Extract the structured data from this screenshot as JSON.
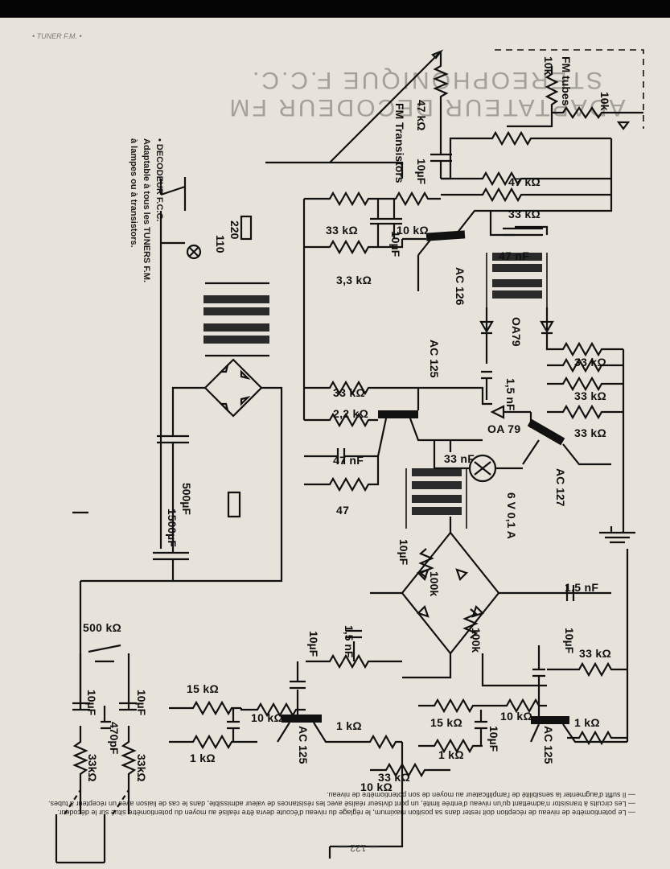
{
  "page": {
    "header": "• TUNER F.M. •",
    "title": "ADAPTATEUR DECODEUR FM STEREOPHONIQUE F.C.C.",
    "page_number": "— 122 —"
  },
  "side_note": {
    "line1": "• DECODEUR F.C.C.",
    "line2": "Adaptable à tous les TUNERS F.M.",
    "line3": "à lampes ou à transistors."
  },
  "caption": {
    "p1": "— Le potentiomètre de niveau de réception doit rester dans sa position maximum, le réglage du niveau d'écoute devra être réalisé au moyen du potentiomètre situé sur le décodeur.",
    "p2": "— Les circuits à transistor n'admettant qu'un niveau d'entrée limité, un pont diviseur réalisé avec les résistances de valeur admissible, dans le cas de liaison avec un récepteur à tubes.",
    "p3": "— Il suffit d'augmenter la sensibilité de l'amplificateur au moyen de son potentiomètre de niveau."
  },
  "schematic": {
    "input_fm_tubes": "FM tubes",
    "r_in_tube_a": "10k",
    "r_in_tube_b": "10k",
    "input_fm_transistors": "FM Transistors",
    "r1": "47 kΩ",
    "c1": "10µF",
    "r2": "47 kΩ",
    "r3": "33 kΩ",
    "r4": "33 kΩ",
    "r5": "10 kΩ",
    "c2": "10µF",
    "r6": "3,3 kΩ",
    "q1": "AC 126",
    "c3": "47 nF",
    "d1": "OA79",
    "c4": "1,5 nF",
    "q2": "AC 125",
    "r7": "33 kΩ",
    "r8": "2,2 kΩ",
    "c5": "47 nF",
    "r9": "47",
    "c6": "33 nF",
    "d2": "OA 79",
    "lamp": "6 V 0,1 A",
    "q3": "AC 127",
    "r10": "33 kΩ",
    "r11": "33 kΩ",
    "r12": "33 kΩ",
    "mains_220": "220",
    "mains_110": "110",
    "c7": "500µF",
    "c8": "1500µF",
    "c9": "10µF",
    "r13": "100k",
    "r14": "100k",
    "c10": "1,5 nF",
    "c11": "10µF",
    "r15": "33 kΩ",
    "c12": "10µF",
    "c13": "1,5 nF",
    "pot": "500 kΩ",
    "c14": "10µF",
    "c15": "10µF",
    "c16": "470pF",
    "r16": "33kΩ",
    "r17": "33kΩ",
    "r18": "15 kΩ",
    "r19": "10 kΩ",
    "r20": "1 kΩ",
    "r21": "1 kΩ",
    "q4": "AC 125",
    "r22": "15 kΩ",
    "r23": "10 kΩ",
    "r24": "1 kΩ",
    "r25": "1 kΩ",
    "q5": "AC 125",
    "c17": "10µF",
    "r26": "33 kΩ",
    "r27": "10 kΩ"
  }
}
